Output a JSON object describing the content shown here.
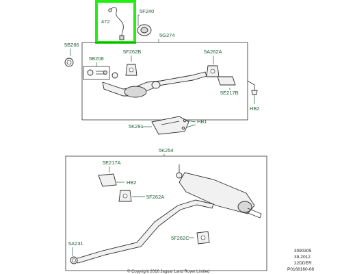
{
  "labels": {
    "p472": "472",
    "p5f240": "5F240",
    "p5g274": "5G274",
    "p5b266": "5B266",
    "p5f262b": "5F262B",
    "p5a262a": "5A262A",
    "p5b208": "5B208",
    "p5e217b": "5E217B",
    "phb2a": "HB2",
    "p5k291": "5K291",
    "phb1": "HB1",
    "p5k254": "5K254",
    "p5e217a": "5E217A",
    "phb2b": "HB2",
    "p5f262a": "5F262A",
    "p5f262c": "5F262C",
    "p5a231": "5A231"
  },
  "reference": {
    "line1": "3090305",
    "line2": "39-2012",
    "line3": "22DDER",
    "line4": "P0168160-08"
  },
  "copyright": "© Copyright  2016  Jaguar Land Rover Limited",
  "highlight_color": "#22ee11",
  "label_color": "#1f5e36"
}
